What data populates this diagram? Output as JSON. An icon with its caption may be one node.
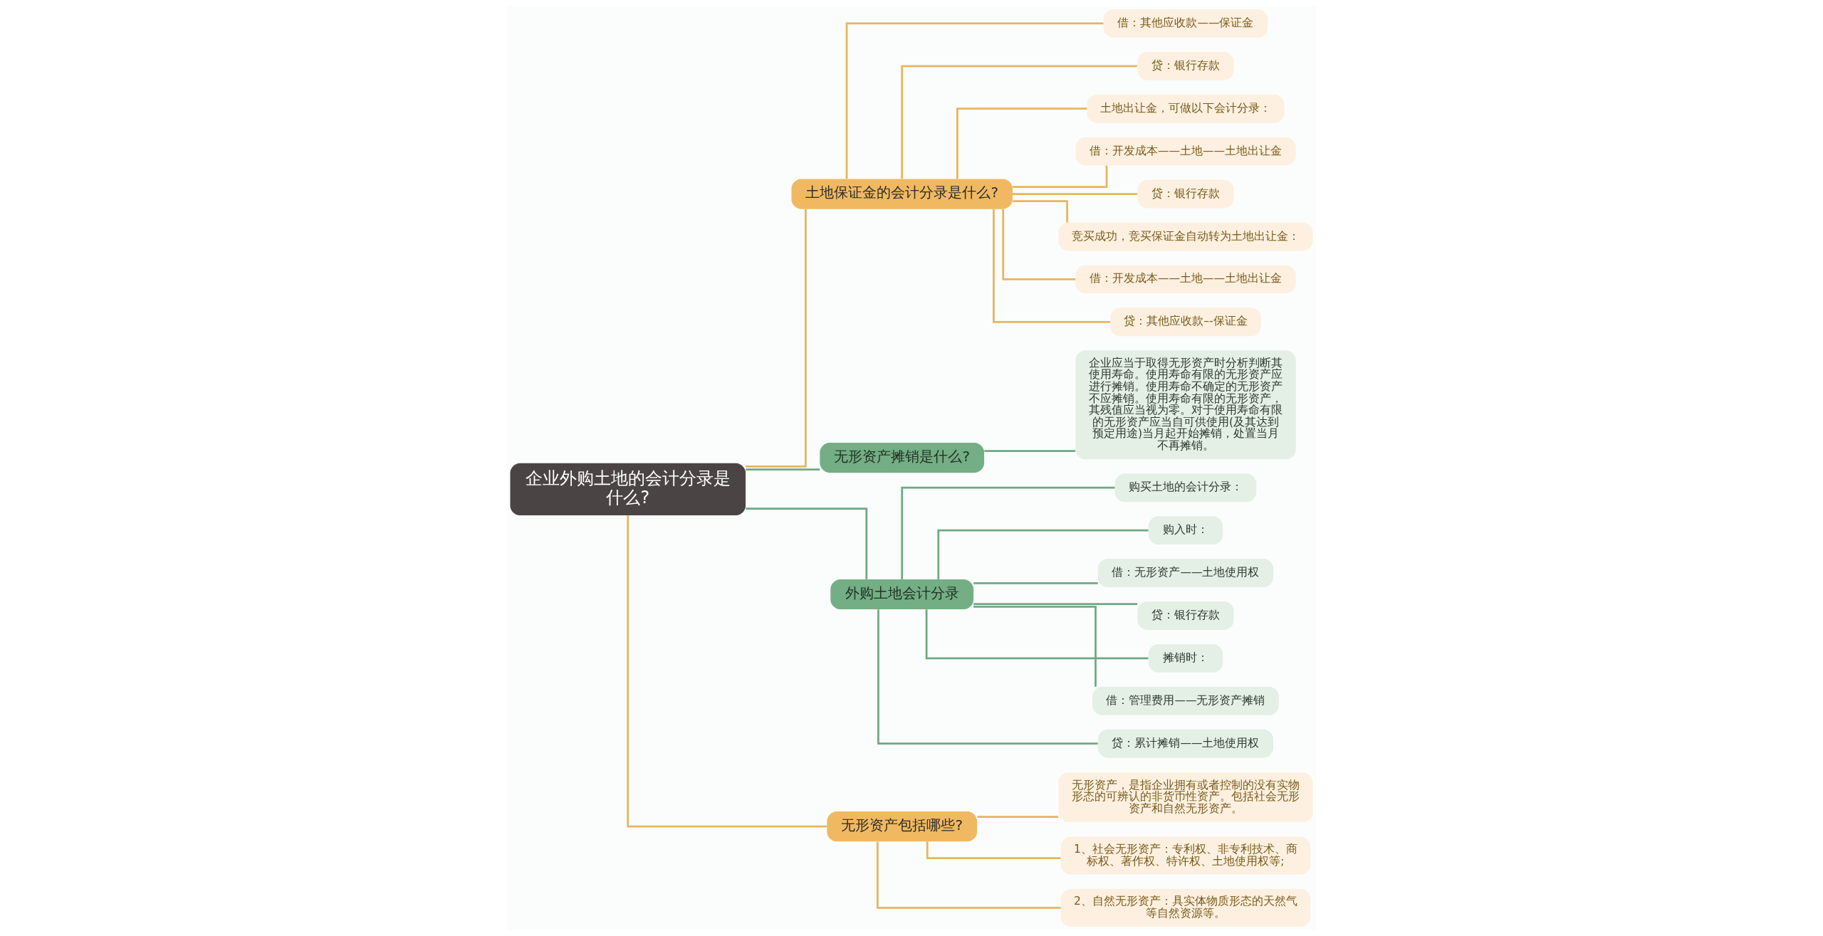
{
  "diagram": {
    "nodes": [
      {
        "text": [
          "企业外购土地的会计分录是什么?"
        ]
      },
      {
        "text": [
          "土地保证金的会计分录是什么?"
        ]
      },
      {
        "text": [
          "借：其他应收款——保证金"
        ]
      },
      {
        "text": [
          "贷：银行存款"
        ]
      },
      {
        "text": [
          "土地出让金，可做以下会计分录："
        ]
      },
      {
        "text": [
          "借：开发成本——土地——土地出让金"
        ]
      },
      {
        "text": [
          "贷：银行存款"
        ]
      },
      {
        "text": [
          "竞买成功，竞买保证金自动转为土地出让金："
        ]
      },
      {
        "text": [
          "借：开发成本——土地——土地出让金"
        ]
      },
      {
        "text": [
          "贷：其他应收款–-保证金"
        ]
      },
      {
        "text": [
          "无形资产摊销是什么?"
        ]
      },
      {
        "text": [
          "企业应当于取得无形资产时分析判断其使用寿命。使用寿命有限的无形资产应进行摊销。使用寿命不确定的无形资产不应摊销。使用寿命有限的无形资产，其残值应当视为零。对于使用寿命有限的无形资产应当自可供使用(及其达到预定用途)当月起开始摊销，处置当月不再摊销。"
        ]
      },
      {
        "text": [
          "外购土地会计分录"
        ]
      },
      {
        "text": [
          "购买土地的会计分录："
        ]
      },
      {
        "text": [
          "购入时："
        ]
      },
      {
        "text": [
          "借：无形资产——土地使用权"
        ]
      },
      {
        "text": [
          "贷：银行存款"
        ]
      },
      {
        "text": [
          "摊销时："
        ]
      },
      {
        "text": [
          "借：管理费用——无形资产摊销"
        ]
      },
      {
        "text": [
          "贷：累计摊销——土地使用权"
        ]
      },
      {
        "text": [
          "无形资产包括哪些?"
        ]
      },
      {
        "text": [
          "无形资产，是指企业拥有或者控制的没有实物形态的可辨认的非货币性资产。包括社会无形资产和自然无形资产。"
        ]
      },
      {
        "text": [
          "1、社会无形资产：专利权、非专利技术、商标权、著作权、特许权、土地使用权等;"
        ]
      },
      {
        "text": [
          "2、自然无形资产：具实体物质形态的天然气等自然资源等。"
        ]
      }
    ],
    "edges": [
      {
        "from": 0,
        "to": 1,
        "arrow": "none"
      },
      {
        "from": 1,
        "to": 2,
        "arrow": "none"
      },
      {
        "from": 1,
        "to": 3,
        "arrow": "none"
      },
      {
        "from": 1,
        "to": 4,
        "arrow": "none"
      },
      {
        "from": 1,
        "to": 5,
        "arrow": "none"
      },
      {
        "from": 1,
        "to": 6,
        "arrow": "none"
      },
      {
        "from": 1,
        "to": 7,
        "arrow": "none"
      },
      {
        "from": 1,
        "to": 8,
        "arrow": "none"
      },
      {
        "from": 1,
        "to": 9,
        "arrow": "none"
      },
      {
        "from": 0,
        "to": 10,
        "arrow": "none",
        "color": "#6fa982"
      },
      {
        "from": 10,
        "to": 11,
        "arrow": "none",
        "color": "#6fa982"
      },
      {
        "from": 0,
        "to": 12,
        "arrow": "none",
        "color": "#6fa982"
      },
      {
        "from": 12,
        "to": 13,
        "arrow": "none",
        "color": "#6fa982"
      },
      {
        "from": 12,
        "to": 14,
        "arrow": "none",
        "color": "#6fa982"
      },
      {
        "from": 12,
        "to": 15,
        "arrow": "none",
        "color": "#6fa982"
      },
      {
        "from": 12,
        "to": 16,
        "arrow": "none",
        "color": "#6fa982"
      },
      {
        "from": 12,
        "to": 17,
        "arrow": "none",
        "color": "#6fa982"
      },
      {
        "from": 12,
        "to": 18,
        "arrow": "none",
        "color": "#6fa982"
      },
      {
        "from": 12,
        "to": 19,
        "arrow": "none",
        "color": "#6fa982"
      },
      {
        "from": 0,
        "to": 20,
        "arrow": "none"
      },
      {
        "from": 20,
        "to": 21,
        "arrow": "none"
      },
      {
        "from": 20,
        "to": 22,
        "arrow": "none"
      },
      {
        "from": 20,
        "to": 23,
        "arrow": "none"
      }
    ]
  }
}
